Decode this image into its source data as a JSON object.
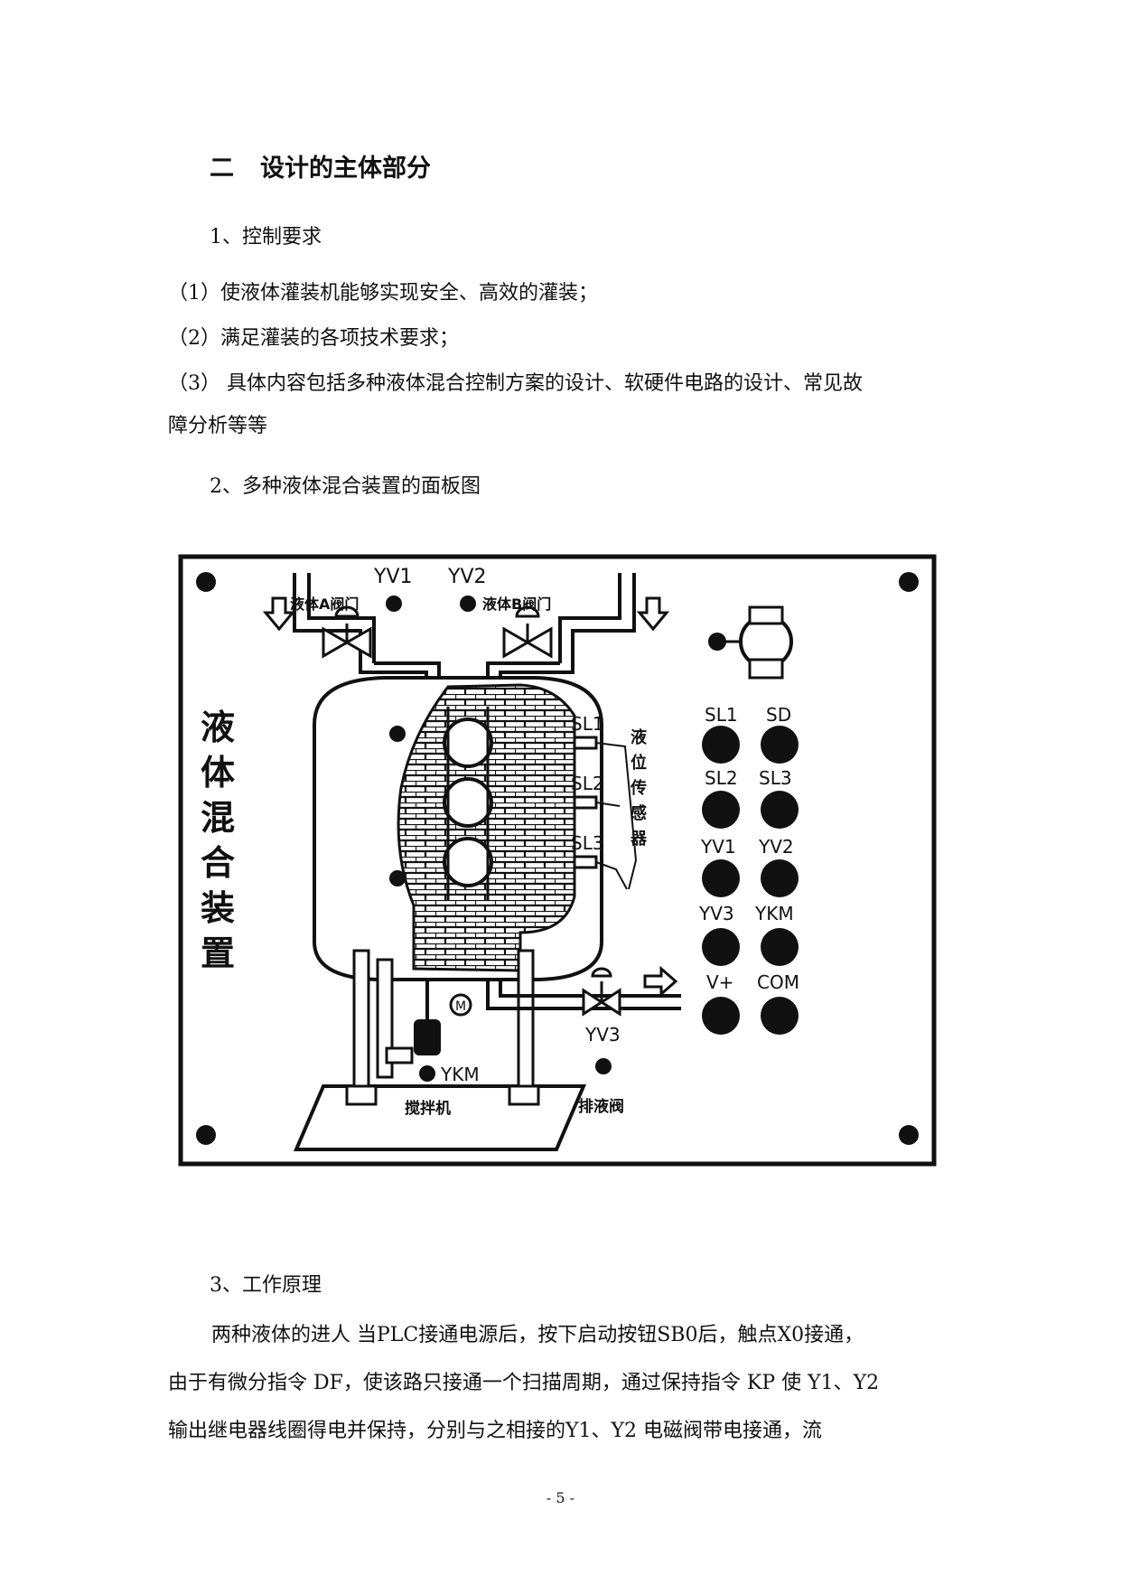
{
  "section": {
    "number": "二",
    "title": "设计的主体部分"
  },
  "sub1": "1、控制要求",
  "requirements": [
    "（1）使液体灌装机能够实现安全、高效的灌装；",
    "（2）满足灌装的各项技术要求；",
    "（3） 具体内容包括多种液体混合控制方案的设计、软硬件电路的设计、常见故",
    "障分析等等"
  ],
  "sub2": "2、多种液体混合装置的面板图",
  "figure": {
    "valve_yv1": "YV1",
    "valve_yv2": "YV2",
    "valve_a_label": "液体A阀门",
    "valve_b_label": "液体B阀门",
    "vertical_title": [
      "液",
      "体",
      "混",
      "合",
      "装",
      "置"
    ],
    "sensor_sl1": "SL1",
    "sensor_sl2": "SL2",
    "sensor_sl3": "SL3",
    "sensor_group_label": [
      "液",
      "位",
      "传",
      "感",
      "器"
    ],
    "motor_label": "YKM",
    "mixer_label": "搅拌机",
    "valve_yv3": "YV3",
    "drain_label": "排液阀",
    "panel_buttons": [
      "SL1",
      "SD",
      "SL2",
      "SL3",
      "YV1",
      "YV2",
      "YV3",
      "YKM",
      "V+",
      "COM"
    ]
  },
  "sub3": "3、工作原理",
  "principle": [
    "两种液体的进人 当PLC接通电源后，按下启动按钮SB0后，触点X0接通，",
    "由于有微分指令 DF，使该路只接通一个扫描周期，通过保持指令 KP 使 Y1、Y2",
    "输出继电器线圈得电并保持，分别与之相接的Y1、Y2 电磁阀带电接通，流"
  ],
  "page_number": "- 5 -"
}
